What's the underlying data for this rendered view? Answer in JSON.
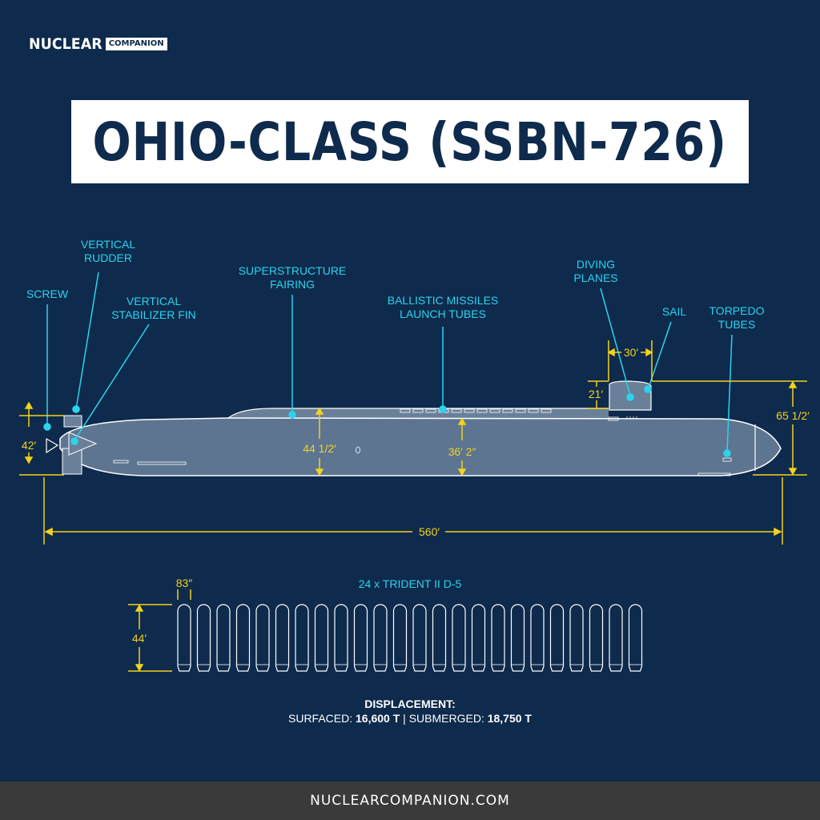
{
  "brand": {
    "name": "NUCLEAR",
    "badge": "COMPANION"
  },
  "title": "OHIO-CLASS (SSBN-726)",
  "labels": {
    "screw": "SCREW",
    "vertical_rudder": [
      "VERTICAL",
      "RUDDER"
    ],
    "vertical_stabilizer_fin": [
      "VERTICAL",
      "STABILIZER FIN"
    ],
    "superstructure_fairing": [
      "SUPERSTRUCTURE",
      "FAIRING"
    ],
    "ballistic_missiles": [
      "BALLISTIC MISSILES",
      "LAUNCH TUBES"
    ],
    "diving_planes": [
      "DIVING",
      "PLANES"
    ],
    "sail": "SAIL",
    "torpedo_tubes": [
      "TORPEDO",
      "TUBES"
    ]
  },
  "dimensions": {
    "stern_height": "42′",
    "hull_height_aft": "44 1/2′",
    "hull_height_mid": "36′ 2″",
    "sail_width": "30′",
    "sail_height": "21′",
    "overall_height": "65 1/2′",
    "length": "560′"
  },
  "missiles": {
    "caption": "24 x TRIDENT II D-5",
    "count": 24,
    "diameter": "83″",
    "length": "44′"
  },
  "displacement": {
    "heading": "DISPLACEMENT:",
    "surfaced_label": "SURFACED:",
    "surfaced_value": "16,600 T",
    "separator": "|",
    "submerged_label": "SUBMERGED:",
    "submerged_value": "18,750 T"
  },
  "footer": "NUCLEARCOMPANION.COM",
  "colors": {
    "background": "#0e2a4c",
    "hull": "#5d7591",
    "callout": "#2ad4ee",
    "dimension": "#f4d21d",
    "footer_bg": "#3a3a3a"
  }
}
